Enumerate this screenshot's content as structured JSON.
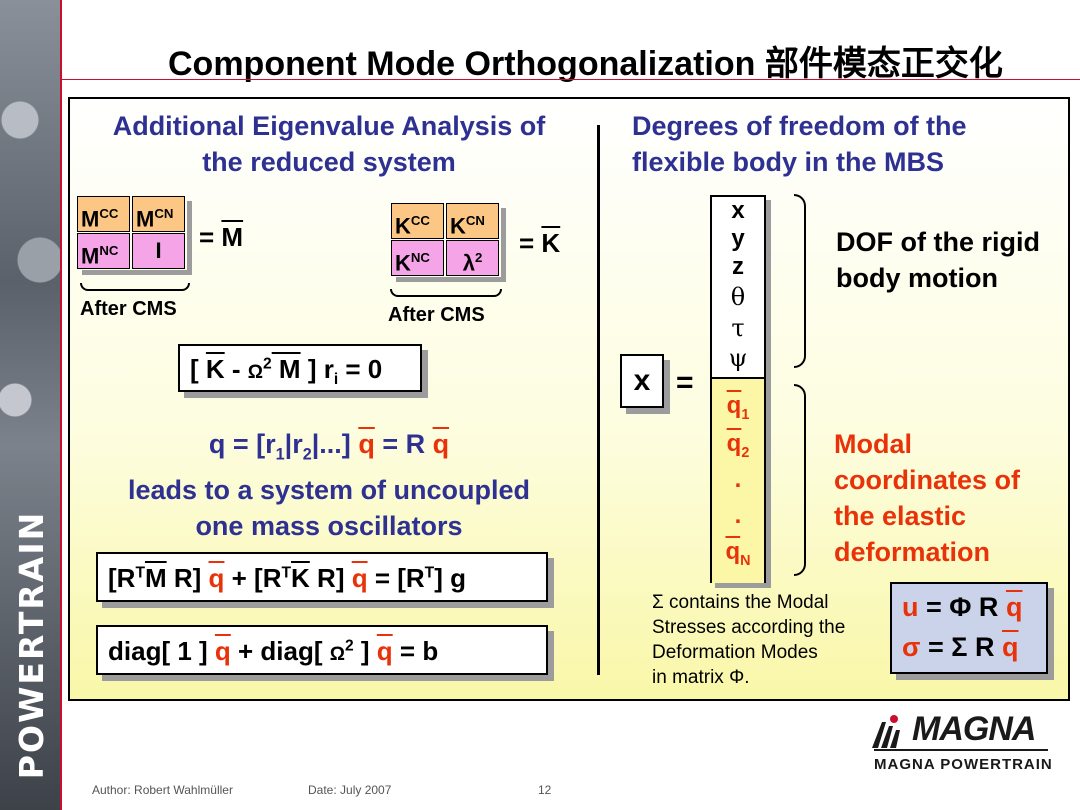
{
  "title": "Component Mode Orthogonalization 部件模态正交化",
  "sidebar": {
    "brand": "POWERTRAIN"
  },
  "left": {
    "heading_line1": "Additional Eigenvalue Analysis of",
    "heading_line2": "the reduced system",
    "mass_matrix": {
      "c11_main": "M",
      "c11_sup": "CC",
      "c12_main": "M",
      "c12_sup": "CN",
      "c21_main": "M",
      "c21_sup": "NC",
      "c22": "I",
      "equals": "= ",
      "result": "M"
    },
    "stiff_matrix": {
      "c11_main": "K",
      "c11_sup": "CC",
      "c12_main": "K",
      "c12_sup": "CN",
      "c21_main": "K",
      "c21_sup": "NC",
      "c22_main": "λ",
      "c22_sup": "2",
      "equals": "= ",
      "result": "K"
    },
    "after_cms_1": "After CMS",
    "after_cms_2": "After CMS",
    "eig_eq": {
      "open": "[ ",
      "k": "K",
      "minus": " - ",
      "omega": "Ω",
      "omega_sup": "2",
      "m": " M",
      "close": " ] r",
      "sub": "i",
      "tail": " = 0"
    },
    "q_line": {
      "a": "q = [r",
      "s1": "1",
      "b": "|r",
      "s2": "2",
      "c": "|...] ",
      "q1": "q",
      "d": " = R ",
      "q2": "q"
    },
    "text_line2": "leads to a system of uncoupled",
    "text_line3": "one mass oscillators",
    "eq1": {
      "a": "[R",
      "a_sup": "T",
      "m": "M",
      "b": " R] ",
      "qdd": "q",
      "c": " + [R",
      "c_sup": "T",
      "k": "K",
      "d": " R] ",
      "q": "q",
      "e": " = [R",
      "e_sup": "T",
      "f": "] g"
    },
    "eq2": {
      "a": "diag[ 1 ] ",
      "qdd": "q",
      "b": " + diag[ ",
      "omega": "Ω",
      "omega_sup": "2",
      "c": " ] ",
      "q": "q",
      "d": "  =    b"
    }
  },
  "right": {
    "heading_line1": "Degrees of freedom of the",
    "heading_line2": "flexible body in the MBS",
    "x_label": "x",
    "equals": "=",
    "vector_rigid": [
      "x",
      "y",
      "z",
      "θ",
      "τ",
      "ψ"
    ],
    "vector_modal": {
      "q1": "q",
      "q1_sub": "1",
      "q2": "q",
      "q2_sub": "2",
      "dot1": ".",
      "dot2": ".",
      "qn": "q",
      "qn_sub": "N"
    },
    "rigid_label_line1": "DOF of the rigid",
    "rigid_label_line2": "body motion",
    "modal_label": [
      "Modal",
      "coordinates of",
      "the  elastic",
      "deformation"
    ],
    "sigma_note": [
      "Σ contains the Modal",
      "Stresses according the",
      "Deformation Modes",
      "in matrix Φ."
    ],
    "box_eq1": {
      "a": "u",
      "b": " = Φ R ",
      "q": "q"
    },
    "box_eq2": {
      "a": "σ",
      "b": " = Σ R ",
      "q": "q"
    }
  },
  "logo": {
    "name": "MAGNA",
    "subtitle": "MAGNA POWERTRAIN"
  },
  "footer": {
    "author": "Author: Robert Wahlmüller",
    "date": "Date: July 2007",
    "page": "12"
  },
  "colors": {
    "accent_red": "#c8102e",
    "heading_blue": "#2e3192",
    "highlight_red": "#e8330a",
    "cell_orange": "#fcc784",
    "cell_pink": "#f6a4e8"
  }
}
